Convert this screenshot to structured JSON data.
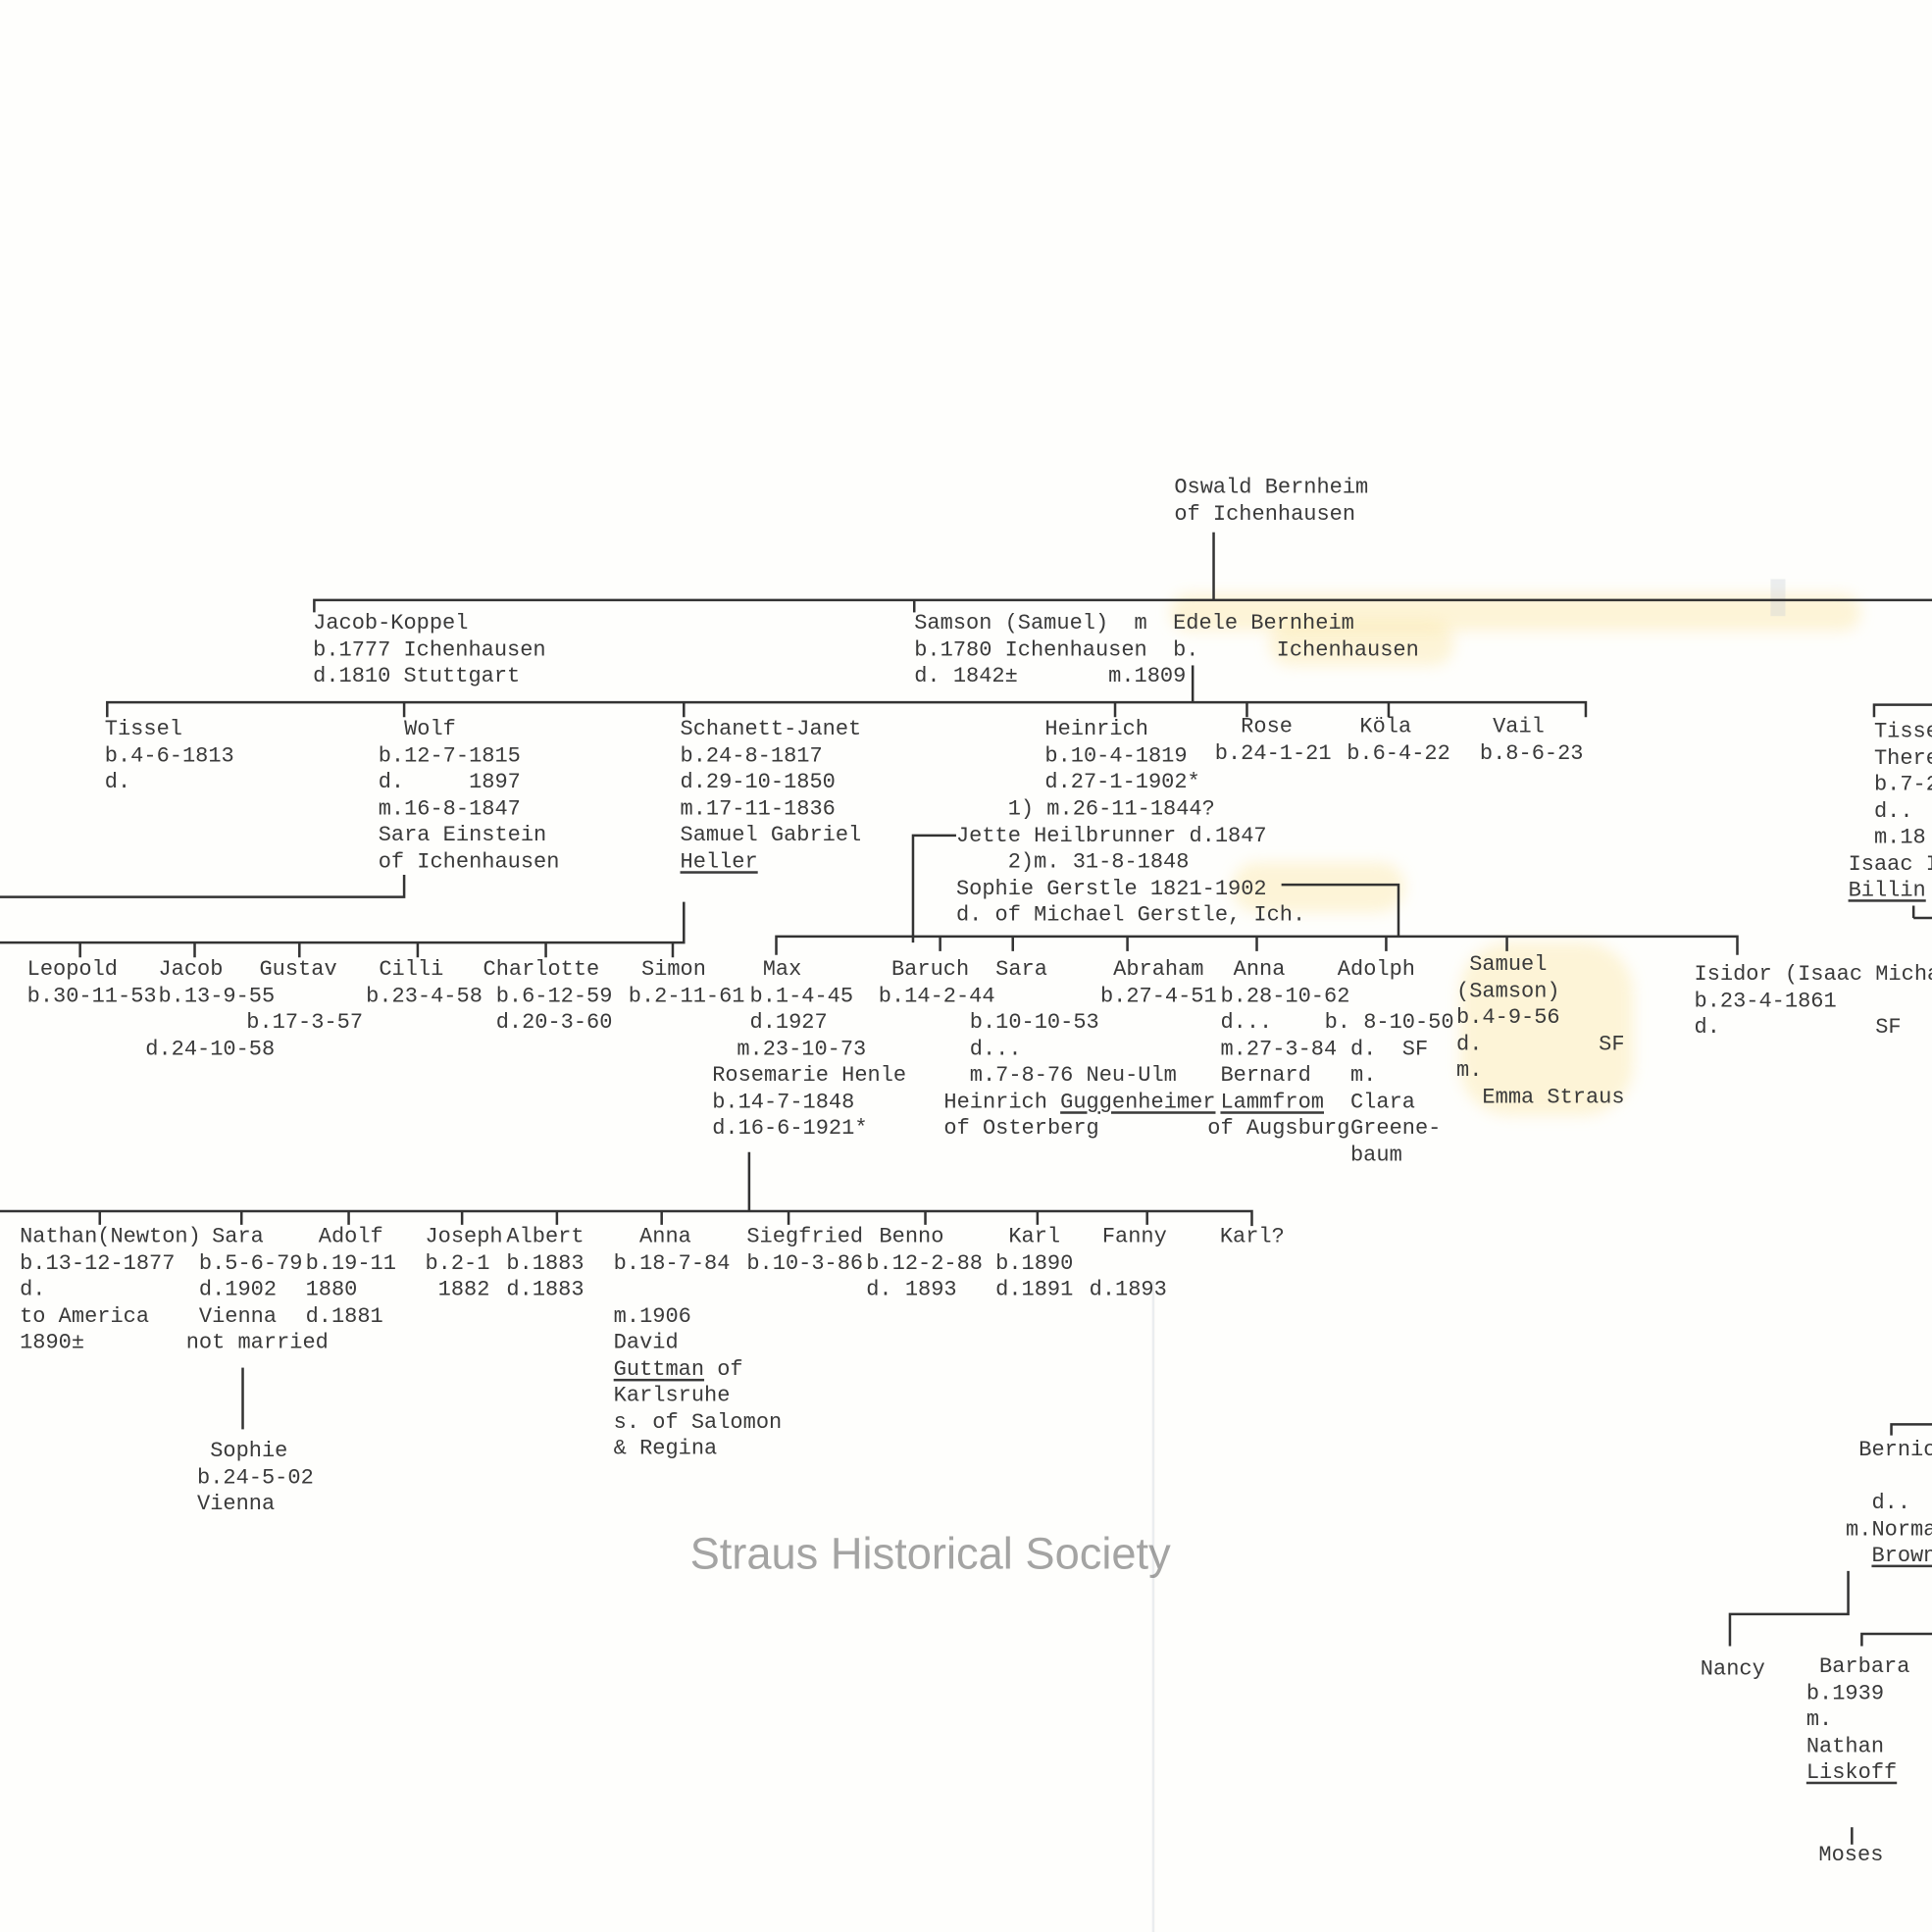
{
  "watermark": "Straus Historical Society",
  "people": {
    "oswald": [
      "Oswald Bernheim",
      "of Ichenhausen"
    ],
    "jacob_koppel": [
      "Jacob-Koppel",
      "b.1777 Ichenhausen",
      "d.1810 Stuttgart"
    ],
    "samson": [
      "Samson (Samuel)  m  Edele Bernheim",
      "b.1780 Ichenhausen  b.      Ichenhausen",
      "d. 1842±       m.1809"
    ],
    "tissel": [
      "Tissel",
      "b.4-6-1813",
      "d."
    ],
    "wolf": [
      "  Wolf",
      "b.12-7-1815",
      "d.     1897",
      "m.16-8-1847",
      "Sara Einstein",
      "of Ichenhausen"
    ],
    "schanett": [
      "Schanett-Janet",
      "b.24-8-1817",
      "d.29-10-1850",
      "m.17-11-1836",
      "Samuel Gabriel",
      "Heller"
    ],
    "heinrich": [
      "Heinrich",
      "b.10-4-1819",
      "d.27-1-1902*"
    ],
    "heinrich_spouses": [
      "    1) m.26-11-1844?",
      "Jette Heilbrunner d.1847",
      "    2)m. 31-8-1848",
      "Sophie Gerstle 1821-1902",
      "d. of Michael Gerstle, Ich."
    ],
    "rose": [
      "  Rose",
      "b.24-1-21"
    ],
    "kola": [
      " Köla",
      "b.6-4-22"
    ],
    "vail": [
      " Vail",
      "b.8-6-23"
    ],
    "tissel_theresa": [
      "  Tisse",
      "  There",
      "  b.7-2",
      "  d..",
      "  m.18",
      "Isaac I",
      "Billin"
    ],
    "leopold": [
      "Leopold",
      "b.30-11-53"
    ],
    "jacob": [
      " Jacob",
      " b.13-9-55",
      "",
      "d.24-10-58"
    ],
    "gustav": [
      " Gustav",
      "",
      "b.17-3-57"
    ],
    "cilli": [
      " Cilli",
      "b.23-4-58"
    ],
    "charlotte": [
      "Charlotte",
      " b.6-12-59",
      " d.20-3-60"
    ],
    "simon": [
      " Simon",
      "b.2-11-61"
    ],
    "max": [
      "  Max",
      " b.1-4-45",
      " d.1927",
      "m.23-10-73"
    ],
    "rosemarie": [
      "Rosemarie Henle",
      "b.14-7-1848",
      "d.16-6-1921*"
    ],
    "baruch": [
      " Baruch",
      "b.14-2-44"
    ],
    "sara_guggenheimer": [
      "    Sara",
      "",
      "  b.10-10-53",
      "  d...",
      "  m.7-8-76 Neu-Ulm",
      "Heinrich Guggenheimer",
      "of Osterberg"
    ],
    "abraham": [
      " Abraham",
      "b.27-4-51"
    ],
    "anna_lammfrom": [
      "  Anna",
      " b.28-10-62",
      " d...",
      " m.27-3-84",
      " Bernard",
      " Lammfrom",
      "of Augsburg"
    ],
    "adolph": [
      " Adolph",
      "",
      "b. 8-10-50",
      "  d.  SF",
      "  m.",
      "  Clara",
      "  Greene-",
      "  baum"
    ],
    "samuel": [
      " Samuel",
      "(Samson)",
      "b.4-9-56",
      "d.         SF",
      "m.",
      "  Emma Straus"
    ],
    "isidor": [
      "Isidor (Isaac Micha",
      "b.23-4-1861",
      "d.            SF"
    ],
    "nathan": [
      "Nathan(Newton)",
      "b.13-12-1877",
      "d.",
      "to America",
      "1890±"
    ],
    "sara_vienna": [
      "  Sara",
      " b.5-6-79",
      " d.1902",
      " Vienna",
      "not married"
    ],
    "adolf": [
      " Adolf",
      "b.19-11",
      "1880",
      "d.1881"
    ],
    "joseph": [
      "Joseph",
      "b.2-1",
      " 1882"
    ],
    "albert": [
      "Albert",
      "b.1883",
      "d.1883"
    ],
    "anna_guttman": [
      "  Anna",
      "b.18-7-84",
      "",
      "m.1906",
      "David",
      "Guttman of",
      "Karlsruhe",
      "s. of Salomon",
      "& Regina"
    ],
    "siegfried": [
      "Siegfried",
      "b.10-3-86"
    ],
    "benno": [
      " Benno",
      "b.12-2-88",
      "d. 1893"
    ],
    "karl": [
      " Karl",
      "b.1890",
      "d.1891"
    ],
    "fanny": [
      " Fanny",
      "",
      "d.1893"
    ],
    "karl_q": [
      "Karl?"
    ],
    "sophie": [
      " Sophie",
      "b.24-5-02",
      "Vienna"
    ],
    "bernice": [
      " Bernic",
      "",
      "  d..",
      "m.Norma",
      "  Brown"
    ],
    "nancy": [
      "Nancy"
    ],
    "barbara": [
      " Barbara",
      "b.1939",
      "m.",
      "Nathan",
      "Liskoff"
    ],
    "moses": [
      "Moses"
    ]
  }
}
